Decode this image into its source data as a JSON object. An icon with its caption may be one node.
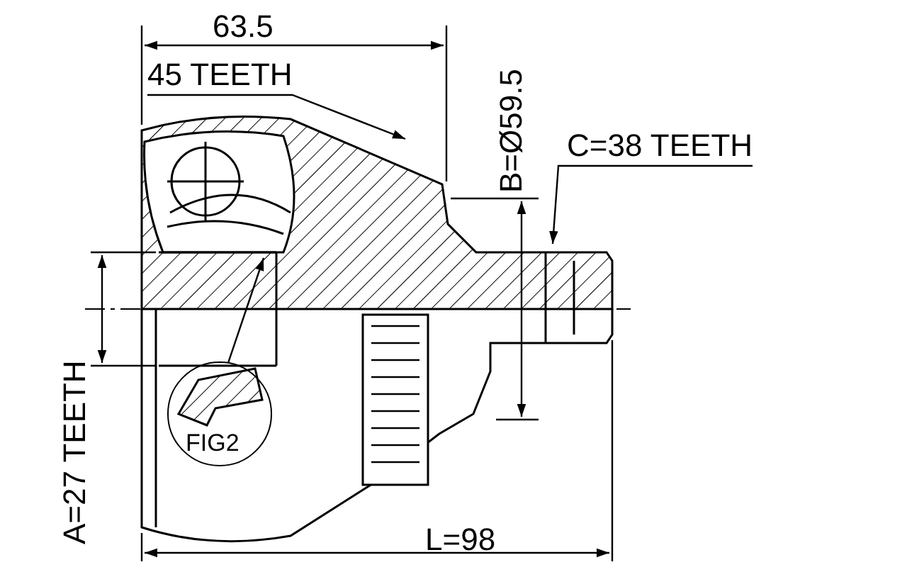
{
  "diagram": {
    "nodes": [
      {
        "text": [
          "45 TEETH"
        ]
      },
      {
        "text": [
          "C=38 TEETH"
        ]
      },
      {
        "text": [
          "FIG2"
        ]
      }
    ],
    "edges": [
      {
        "from": 0,
        "to": null,
        "arrow": "to"
      },
      {
        "from": 1,
        "to": null,
        "arrow": "to"
      },
      {
        "from": 2,
        "to": null,
        "arrow": "to"
      }
    ],
    "labels": [
      "63.5",
      "B=Ø59.5",
      "A=27 TEETH",
      "L=98"
    ]
  }
}
